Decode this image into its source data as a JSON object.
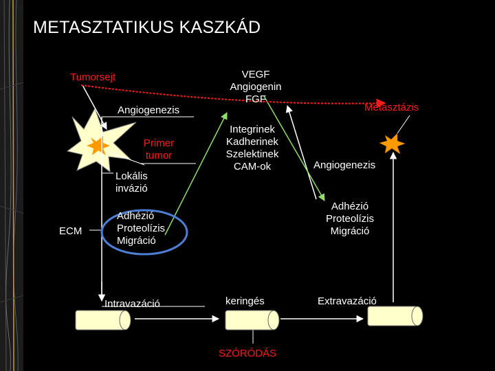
{
  "title": "METASZTATIKUS KASZKÁD",
  "labels": {
    "tumorsejt": "Tumorsejt",
    "angiogenezis_left": "Angiogenezis",
    "primer_tumor": [
      "Primer",
      "tumor"
    ],
    "lokalis_invazio": [
      "Lokális",
      "invázió"
    ],
    "ecm": "ECM",
    "left_steps": [
      "Adhézió",
      "Proteolízis",
      "Migráció"
    ],
    "intravazacio": "Intravazáció",
    "growth_factors": [
      "VEGF",
      "Angiogenin",
      "FGF"
    ],
    "adhesion_molecules": [
      "Integrinek",
      "Kadherinek",
      "Szelektinek",
      "CAM-ok"
    ],
    "keringes": "keringés",
    "szorodas": "SZÓRÓDÁS",
    "metasztazis": "Metasztázis",
    "angiogenezis_right": "Angiogenezis",
    "right_steps": [
      "Adhézió",
      "Proteolízis",
      "Migráció"
    ],
    "extravazacio": "Extravazáció"
  },
  "colors": {
    "background": "#000000",
    "text": "#ffffff",
    "red_text": "#ff1a1a",
    "green_arrow": "#8fe06a",
    "ellipse": "#4d7fd6",
    "vessel": "#ffffcc",
    "tumor": "#ff9900"
  }
}
